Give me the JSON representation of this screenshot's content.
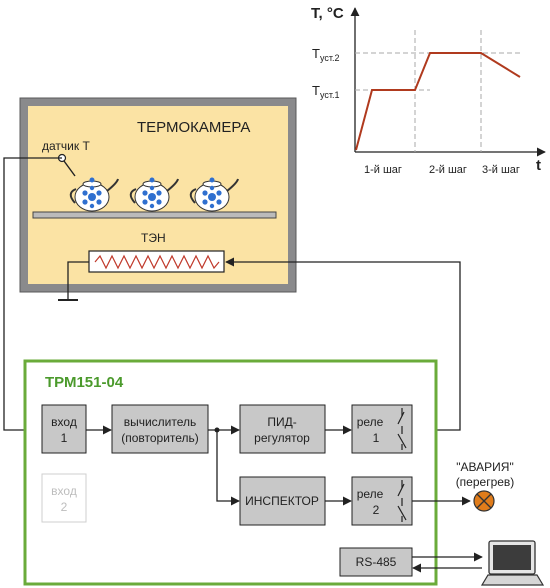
{
  "chart": {
    "y_axis_label": "T, °C",
    "x_axis_label": "t",
    "setpoints": [
      {
        "main": "T",
        "sub": "уст.2"
      },
      {
        "main": "T",
        "sub": "уст.1"
      }
    ],
    "steps": [
      "1-й шаг",
      "2-й шаг",
      "3-й шаг"
    ]
  },
  "chamber": {
    "title": "ТЕРМОКАМЕРА",
    "sensor_label": "датчик Т",
    "heater_label": "ТЭН"
  },
  "device": {
    "title": "ТРМ151-04",
    "input1": [
      "вход",
      "1"
    ],
    "input2": [
      "вход",
      "2"
    ],
    "calculator": [
      "вычислитель",
      "(повторитель)"
    ],
    "pid": [
      "ПИД-",
      "регулятор"
    ],
    "inspector": "ИНСПЕКТОР",
    "relay1": [
      "реле",
      "1"
    ],
    "relay2": [
      "реле",
      "2"
    ],
    "rs485": "RS-485"
  },
  "alarm": {
    "line1": "\"АВАРИЯ\"",
    "line2": "(перегрев)"
  },
  "colors": {
    "device_border": "#6aab3a",
    "device_title": "#4b9a2c",
    "chamber_fill": "#fbe3a4",
    "chamber_border": "#58585a",
    "block_fill": "#c8c8c8",
    "chart_line": "#b03a1e",
    "heater_zigzag": "#c0392b",
    "teapot_blue": "#2f6fcf",
    "lamp_fill": "#e07c1a"
  }
}
